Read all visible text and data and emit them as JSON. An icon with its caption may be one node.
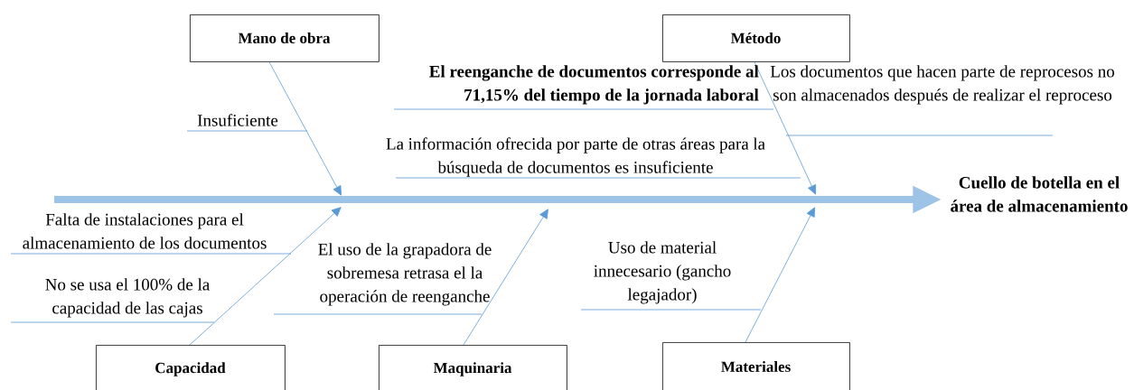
{
  "diagram": {
    "nodes": [
      {
        "text": [
          "Mano de obra"
        ]
      },
      {
        "text": [
          "Método"
        ]
      },
      {
        "text": [
          "Cuello de botella en el área de almacenamiento"
        ]
      },
      {
        "text": [
          "Capacidad"
        ]
      },
      {
        "text": [
          "Maquinaria"
        ]
      },
      {
        "text": [
          "Materiales"
        ]
      }
    ],
    "edges": [
      {
        "from": 0,
        "to": null,
        "arrow": "to"
      },
      {
        "from": 1,
        "to": null,
        "arrow": "to"
      },
      {
        "from": 3,
        "to": null,
        "arrow": "to"
      },
      {
        "from": 4,
        "to": null,
        "arrow": "to"
      },
      {
        "from": 5,
        "to": null,
        "arrow": "to"
      },
      {
        "from": null,
        "to": 2,
        "arrow": "to",
        "style": "thick",
        "color": "#9dc3e6"
      }
    ],
    "labels": [
      "El reenganche de documentos corresponde al 71,15% del tiempo de la jornada laboral",
      "Los documentos que hacen parte de reprocesos no son almacenados después de realizar el reproceso",
      "Insuficiente",
      "La información ofrecida por parte de otras áreas para la búsqueda de documentos es insuficiente",
      "Falta de instalaciones para el almacenamiento de los documentos",
      "Uso de material innecesario (gancho legajador)",
      "El uso de la grapadora de sobremesa retrasa el la operación de reenganche",
      "No se usa el 100% de la capacidad de las cajas"
    ]
  }
}
